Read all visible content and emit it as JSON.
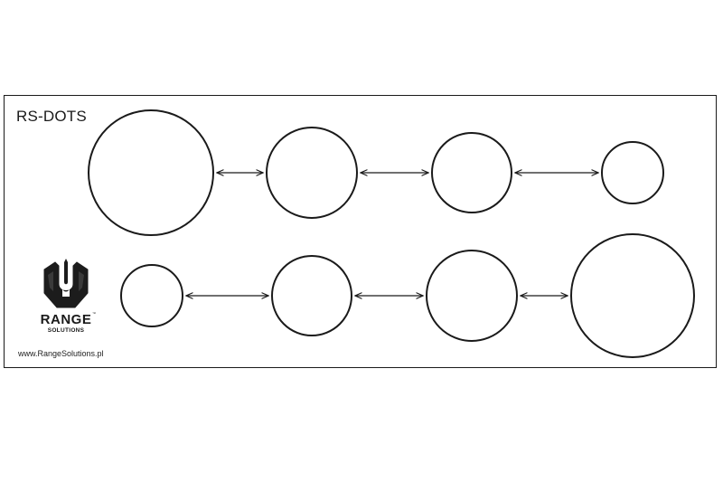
{
  "sheet": {
    "title": "RS-DOTS",
    "website": "www.RangeSolutions.pl"
  },
  "logo": {
    "name": "RANGE",
    "subtitle": "SOLUTIONS",
    "trademark": "™"
  },
  "drill": {
    "rows": [
      {
        "dots": 4
      },
      {
        "dots": 4
      }
    ],
    "line_color": "#1a1a1a",
    "fill_color": "#ffffff"
  }
}
